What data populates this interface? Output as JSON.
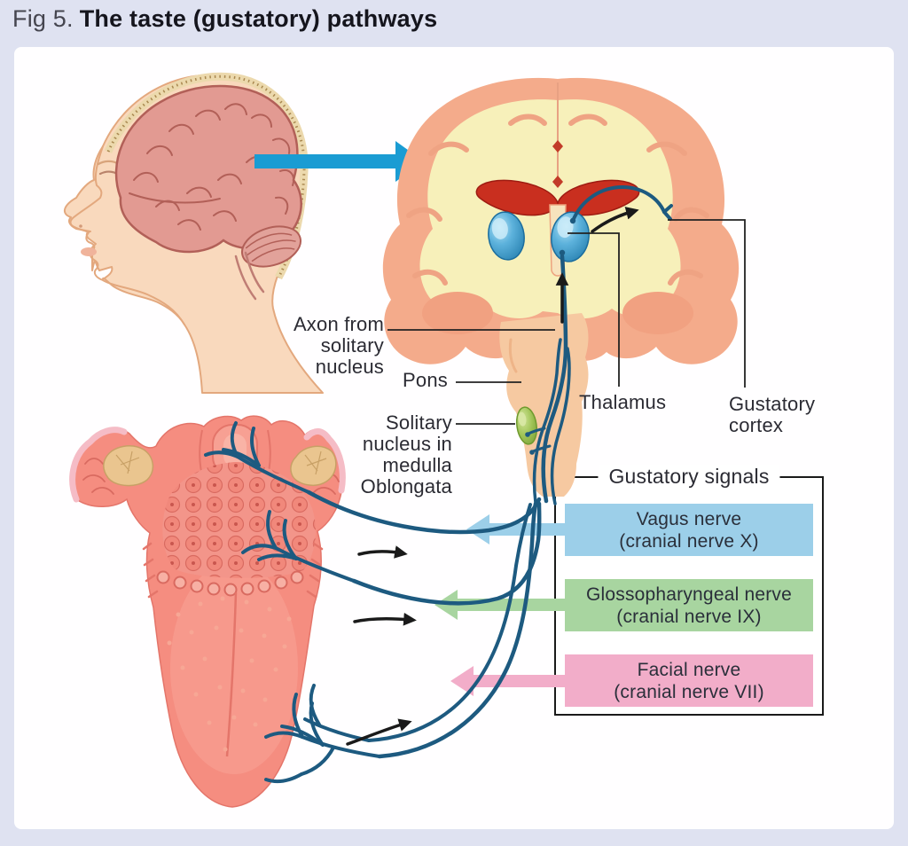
{
  "figure": {
    "label": "Fig 5.",
    "title": "The taste (gustatory) pathways"
  },
  "annotations": {
    "axon_from_solitary_nucleus": "Axon from solitary nucleus",
    "pons": "Pons",
    "solitary_nucleus": "Solitary nucleus in medulla Oblongata",
    "thalamus": "Thalamus",
    "gustatory_cortex": "Gustatory cortex"
  },
  "legend": {
    "title": "Gustatory signals",
    "signals": [
      {
        "name": "Vagus nerve",
        "detail": "(cranial nerve X)",
        "color": "#9ccfe9"
      },
      {
        "name": "Glossopharyngeal nerve",
        "detail": "(cranial nerve IX)",
        "color": "#a8d5a0"
      },
      {
        "name": "Facial nerve",
        "detail": "(cranial nerve VII)",
        "color": "#f2adc9"
      }
    ]
  },
  "colors": {
    "page_background": "#dfe2f1",
    "panel_background": "#fffeff",
    "nerve_path": "#1d5a80",
    "flow_arrow": "#1a9cd3",
    "direction_arrow": "#1a1a1a",
    "annotation_text": "#2b2b33",
    "thalamus_blue": "#4aa5d5",
    "solitary_nucleus_green": "#9cc052",
    "cortex_salmon": "#f4ab8b",
    "white_matter_cream": "#f7f0ba",
    "ventricle_red": "#c92f1f",
    "tongue_coral": "#f58d80"
  }
}
